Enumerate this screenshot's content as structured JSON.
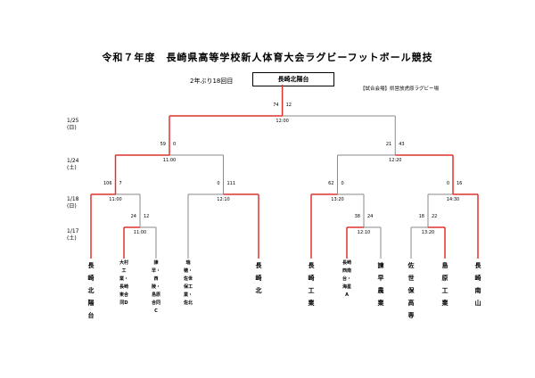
{
  "title": "令和７年度　長崎県高等学校新人体育大会ラグビーフットボール競技",
  "subtitle": "2年ぶり18回目",
  "champion": "長崎北陽台",
  "venue": "【試合会場】県営放虎原ラグビー場",
  "dates": [
    {
      "date": "1/25",
      "day": "(日)"
    },
    {
      "date": "1/24",
      "day": "(土)"
    },
    {
      "date": "1/18",
      "day": "(日)"
    },
    {
      "date": "1/17",
      "day": "(土)"
    }
  ],
  "teams": [
    {
      "name": "長崎北陽台",
      "small": false
    },
    {
      "name": "大村工業・長崎東合同D",
      "small": true
    },
    {
      "name": "諫早・西陵・島原合同C",
      "small": true
    },
    {
      "name": "瑞穂・佐世保工業・佐北",
      "small": true
    },
    {
      "name": "長崎北",
      "small": false
    },
    {
      "name": "長崎工業",
      "small": false
    },
    {
      "name": "長崎西南台・海星A",
      "small": true
    },
    {
      "name": "諫早農業",
      "small": false
    },
    {
      "name": "佐世保高専",
      "small": false
    },
    {
      "name": "島原工業",
      "small": false
    },
    {
      "name": "長崎南山",
      "small": false
    }
  ],
  "matches": [
    {
      "id": "final",
      "left": "74",
      "right": "12",
      "time": "12:00"
    },
    {
      "id": "sf1",
      "left": "59",
      "right": "0",
      "time": "11:00"
    },
    {
      "id": "sf2",
      "left": "21",
      "right": "43",
      "time": "12:20"
    },
    {
      "id": "qf1",
      "left": "106",
      "right": "7",
      "time": "11:00"
    },
    {
      "id": "qf2",
      "left": "0",
      "right": "111",
      "time": "12:10"
    },
    {
      "id": "qf3",
      "left": "62",
      "right": "0",
      "time": "13:20"
    },
    {
      "id": "qf4",
      "left": "0",
      "right": "16",
      "time": "14:30"
    },
    {
      "id": "r1a",
      "left": "24",
      "right": "12",
      "time": "11:00"
    },
    {
      "id": "r1b",
      "left": "38",
      "right": "24",
      "time": "12:10"
    },
    {
      "id": "r1c",
      "left": "18",
      "right": "22",
      "time": "13:20"
    }
  ],
  "colors": {
    "winner": "#e0322f",
    "loser": "#8a8a8a",
    "text": "#000000"
  }
}
